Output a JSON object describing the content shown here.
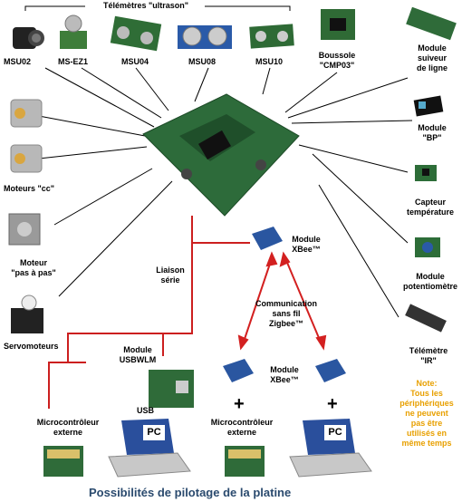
{
  "header": {
    "group_label": "Télémètres \"ultrason\""
  },
  "sensors": {
    "msu02": "MSU02",
    "msez1": "MS-EZ1",
    "msu04": "MSU04",
    "msu08": "MSU08",
    "msu10": "MSU10"
  },
  "compass": {
    "line1": "Boussole",
    "line2": "\"CMP03\""
  },
  "right_modules": {
    "line_follower": [
      "Module",
      "suiveur",
      "de ligne"
    ],
    "bp": [
      "Module",
      "\"BP\""
    ],
    "temperature": [
      "Capteur",
      "température"
    ],
    "potentiometer": [
      "Module",
      "potentiomètre"
    ],
    "ir": [
      "Télémètre",
      "\"IR\""
    ]
  },
  "left_actuators": {
    "dc_motors": "Moteurs \"cc\"",
    "stepper": [
      "Moteur",
      "\"pas à pas\""
    ],
    "servo": "Servomoteurs"
  },
  "links": {
    "serial": [
      "Liaison",
      "série"
    ],
    "xbee_top": [
      "Module",
      "XBee™"
    ],
    "wireless": [
      "Communication",
      "sans fil",
      "Zigbee™"
    ],
    "usbwlm": [
      "Module",
      "USBWLM"
    ],
    "usb": "USB",
    "xbee_bottom": [
      "Module",
      "XBee™"
    ],
    "micro_left": [
      "Microcontrôleur",
      "externe"
    ],
    "micro_mid": [
      "Microcontrôleur",
      "externe"
    ],
    "pc_label": "PC",
    "plus": "+"
  },
  "note": [
    "Note:",
    "Tous les",
    "périphériques",
    "ne peuvent",
    "pas être",
    "utilisés en",
    "même temps"
  ],
  "footer": {
    "title": "Possibilités de pilotage de la platine"
  },
  "colors": {
    "serial_line": "#cc1f1f",
    "arrow": "#d32020",
    "note": "#e8a000",
    "title": "#2a4a6e",
    "board": "#2d6b3a"
  }
}
